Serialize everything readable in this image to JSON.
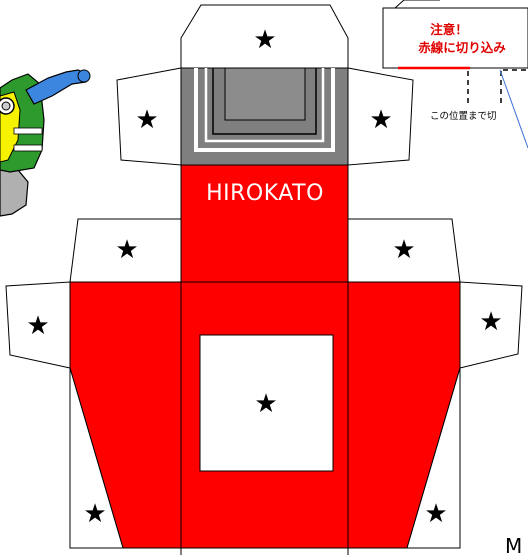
{
  "title": "HIROKATO",
  "warning": {
    "line1": "注意！",
    "line2": "赤線に切り込み"
  },
  "note": "この位置まで切",
  "star_symbol": "★",
  "corner_letter": "M",
  "colors": {
    "red": "#ff0000",
    "grey_dark": "#7f7f7f",
    "grey_light": "#a6a6a6",
    "outline": "#000000",
    "guide_blue": "#3b6fd8"
  }
}
